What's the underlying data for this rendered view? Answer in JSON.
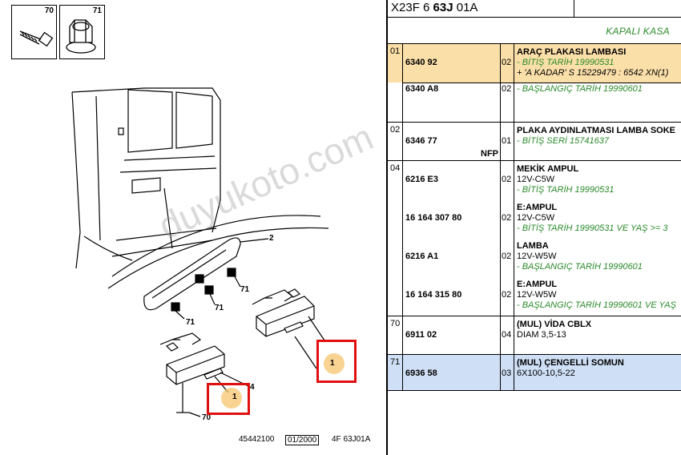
{
  "header": {
    "code_prefix": "X23F 6",
    "code_bold": "63J",
    "code_suffix": "01A",
    "body_type": "KAPALI KASA"
  },
  "groups": [
    {
      "num": "01",
      "highlight": "orange",
      "rows": [
        {
          "part": "6340 92",
          "qty": "02",
          "lines": [
            {
              "text": "ARAÇ PLAKASI LAMBASI",
              "style": "bold"
            },
            {
              "text": "- BİTİŞ TARİH 19990531",
              "style": "green"
            },
            {
              "text": "+ 'A KADAR' S 15229479 : 6542 XN(1)",
              "style": "italic"
            }
          ]
        },
        {
          "part": "6340 A8",
          "qty": "02",
          "lines": [
            {
              "text": "- BAŞLANGIÇ TARİH 19990601",
              "style": "green"
            }
          ]
        }
      ]
    },
    {
      "num": "02",
      "highlight": "none",
      "rows": [
        {
          "part": "6346 77",
          "qty": "01",
          "extra": "NFP",
          "lines": [
            {
              "text": "PLAKA AYDINLATMASI LAMBA SOKE",
              "style": "bold"
            },
            {
              "text": "- BİTİŞ SERİ 15741637",
              "style": "green"
            }
          ]
        }
      ]
    },
    {
      "num": "04",
      "highlight": "none",
      "rows": [
        {
          "part": "6216 E3",
          "qty": "02",
          "lines": [
            {
              "text": "MEKİK AMPUL",
              "style": "bold"
            },
            {
              "text": "12V-C5W",
              "style": "normal"
            },
            {
              "text": "- BİTİŞ TARİH 19990531",
              "style": "green"
            }
          ]
        },
        {
          "part": "16 164 307 80",
          "qty": "02",
          "lines": [
            {
              "text": "E:AMPUL",
              "style": "bold"
            },
            {
              "text": "12V-C5W",
              "style": "normal"
            },
            {
              "text": "- BİTİŞ TARİH 19990531 VE YAŞ >= 3",
              "style": "green"
            }
          ]
        },
        {
          "part": "6216 A1",
          "qty": "02",
          "lines": [
            {
              "text": "LAMBA",
              "style": "bold"
            },
            {
              "text": "12V-W5W",
              "style": "normal"
            },
            {
              "text": "- BAŞLANGIÇ TARİH 19990601",
              "style": "green"
            }
          ]
        },
        {
          "part": "16 164 315 80",
          "qty": "02",
          "lines": [
            {
              "text": "E:AMPUL",
              "style": "bold"
            },
            {
              "text": "12V-W5W",
              "style": "normal"
            },
            {
              "text": "- BAŞLANGIÇ TARİH 19990601 VE YAŞ",
              "style": "green"
            }
          ]
        }
      ]
    },
    {
      "num": "70",
      "highlight": "none",
      "rows": [
        {
          "part": "6911 02",
          "qty": "04",
          "lines": [
            {
              "text": "(MUL) VİDA CBLX",
              "style": "bold"
            },
            {
              "text": "DIAM 3,5-13",
              "style": "normal"
            }
          ]
        }
      ]
    },
    {
      "num": "71",
      "highlight": "blue",
      "rows": [
        {
          "part": "6936 58",
          "qty": "03",
          "lines": [
            {
              "text": "(MUL) ÇENGELLİ SOMUN",
              "style": "bold"
            },
            {
              "text": "6X100-10,5-22",
              "style": "normal"
            }
          ]
        }
      ]
    }
  ],
  "diagram": {
    "thumb_labels": [
      "70",
      "71"
    ],
    "callouts": [
      "2",
      "71",
      "71",
      "71",
      "1",
      "1",
      "4",
      "70"
    ],
    "footer": {
      "ref": "45442100",
      "date": "01/2000",
      "code": "4F 63J01A"
    }
  },
  "watermark": "duyukoto.com",
  "colors": {
    "green_note": "#2a8a2a",
    "highlight_orange": "#fbdfa9",
    "highlight_blue": "#cfdff5",
    "callout_red": "#e01010"
  }
}
